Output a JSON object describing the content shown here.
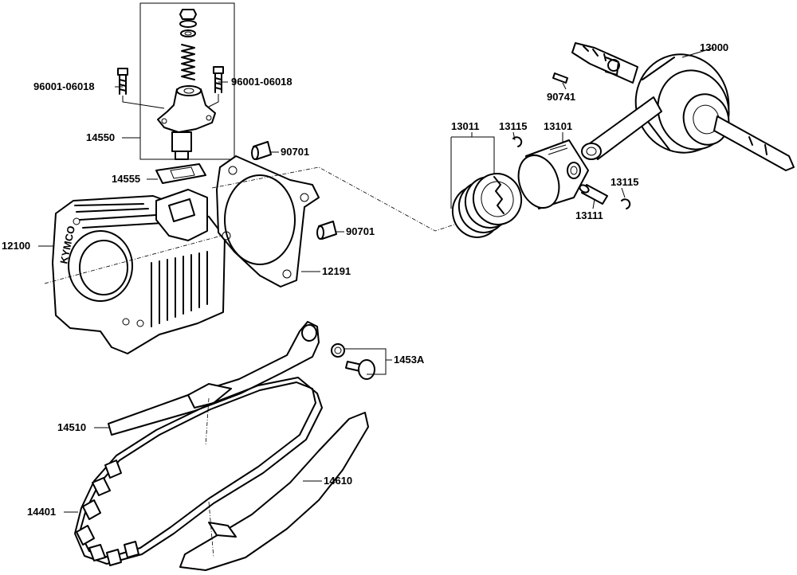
{
  "labels": {
    "bolt_left": "96001-06018",
    "bolt_right": "96001-06018",
    "tensioner": "14550",
    "tensioner_gasket": "14555",
    "dowel_upper": "90701",
    "dowel_lower": "90701",
    "cylinder": "12100",
    "cylinder_gasket": "12191",
    "guide_bolt_set": "1453A",
    "tensioner_guide": "14510",
    "cam_chain": "14401",
    "chain_guide": "14610",
    "piston_rings": "13011",
    "clip_upper": "13115",
    "piston": "13101",
    "clip_lower": "13115",
    "piston_pin": "13111",
    "woodruff_key": "90741",
    "crankshaft": "13000"
  },
  "cylinder_marking": "KYMCO"
}
